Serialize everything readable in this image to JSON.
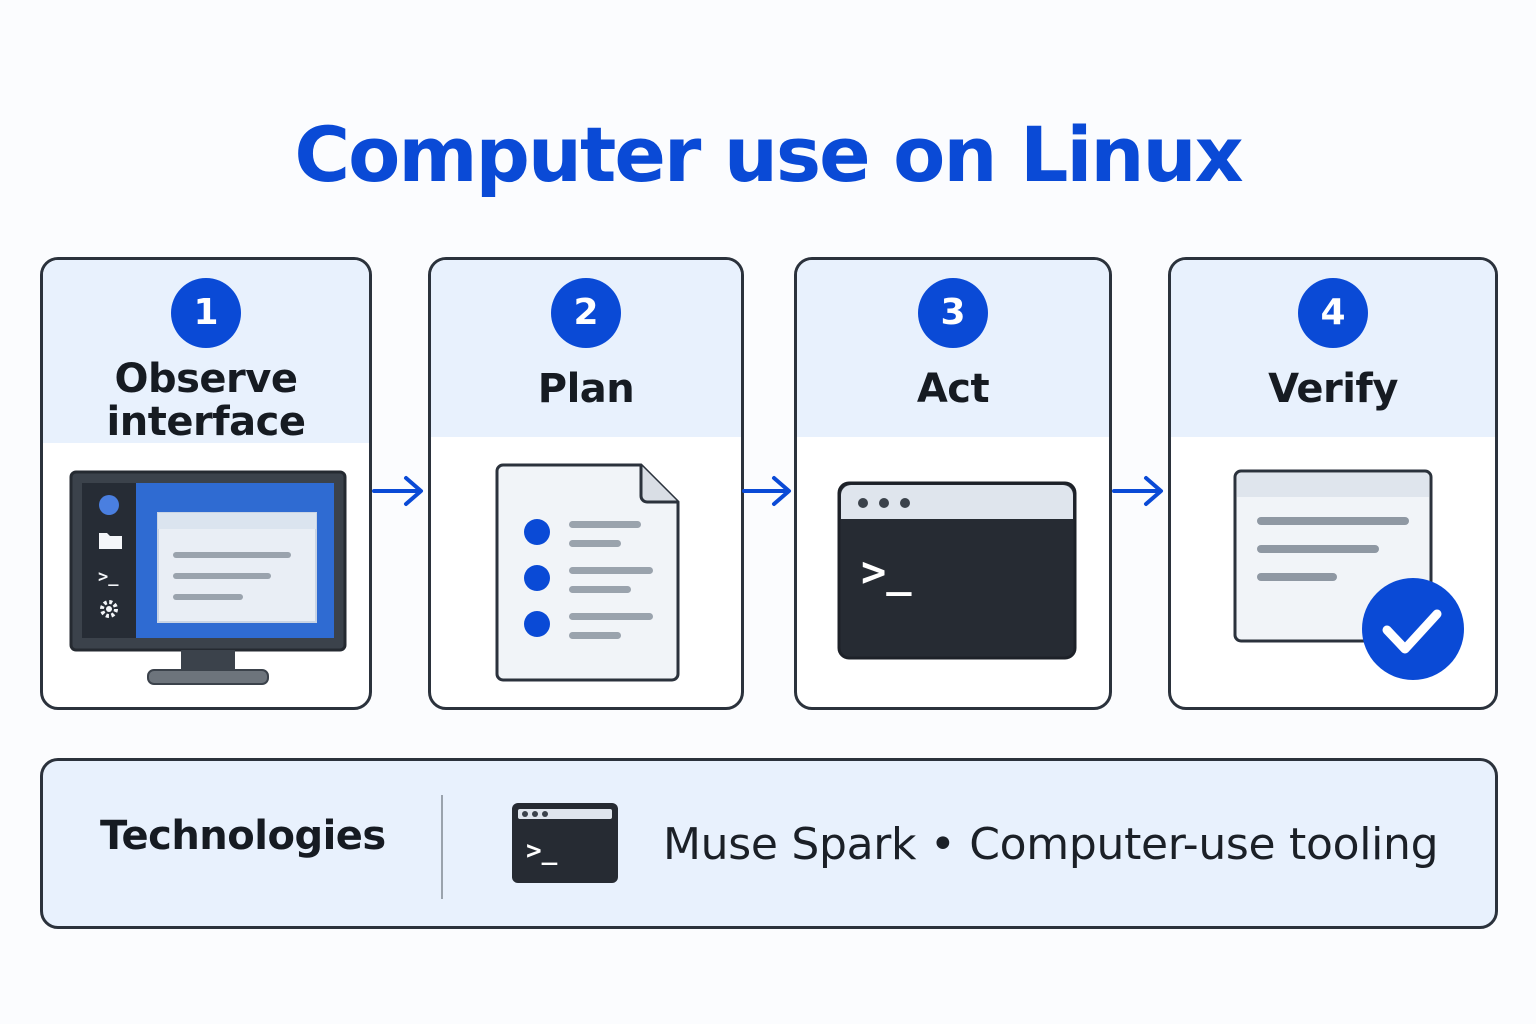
{
  "title": "Computer use on Linux",
  "steps": [
    {
      "number": "1",
      "label_line1": "Observe",
      "label_line2": "interface",
      "illustration": "monitor-icon"
    },
    {
      "number": "2",
      "label": "Plan",
      "illustration": "document-list-icon"
    },
    {
      "number": "3",
      "label": "Act",
      "illustration": "terminal-window-icon",
      "prompt": ">_"
    },
    {
      "number": "4",
      "label": "Verify",
      "illustration": "checked-window-icon"
    }
  ],
  "technologies": {
    "label": "Technologies",
    "icon": "terminal-icon",
    "prompt": ">_",
    "text": "Muse Spark • Computer-use tooling"
  },
  "colors": {
    "accent": "#0a4ad6",
    "header_bg": "#e8f1fd",
    "border": "#2b323c",
    "terminal": "#262b33"
  }
}
